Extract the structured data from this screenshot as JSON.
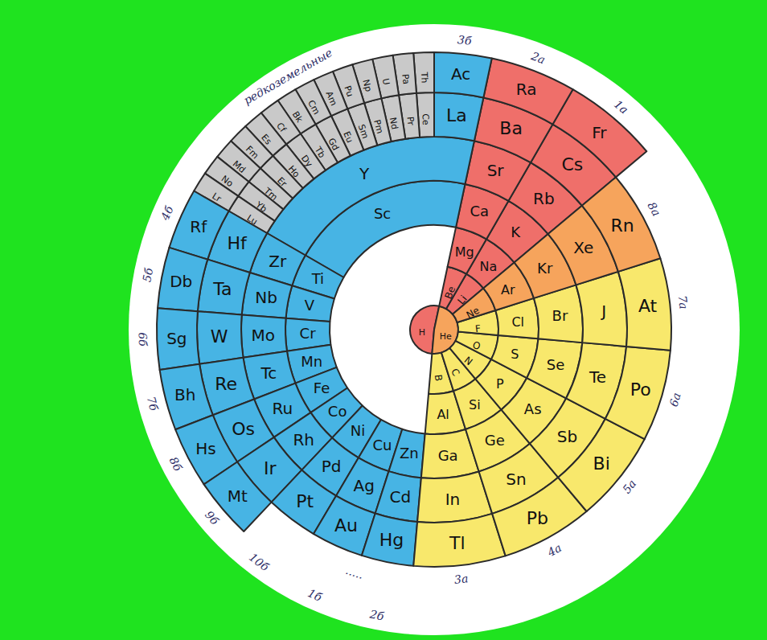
{
  "diagram": {
    "nodes": [
      {
        "text": [
          "H"
        ]
      },
      {
        "text": [
          "He"
        ]
      },
      {
        "text": [
          "Li"
        ]
      },
      {
        "text": [
          "Be"
        ]
      },
      {
        "text": [
          "B"
        ]
      },
      {
        "text": [
          "C"
        ]
      },
      {
        "text": [
          "N"
        ]
      },
      {
        "text": [
          "O"
        ]
      },
      {
        "text": [
          "F"
        ]
      },
      {
        "text": [
          "Ne"
        ]
      },
      {
        "text": [
          "Na"
        ]
      },
      {
        "text": [
          "Mg"
        ]
      },
      {
        "text": [
          "Al"
        ]
      },
      {
        "text": [
          "Si"
        ]
      },
      {
        "text": [
          "P"
        ]
      },
      {
        "text": [
          "S"
        ]
      },
      {
        "text": [
          "Cl"
        ]
      },
      {
        "text": [
          "Ar"
        ]
      },
      {
        "text": [
          "K"
        ]
      },
      {
        "text": [
          "Ca"
        ]
      },
      {
        "text": [
          "Sc"
        ]
      },
      {
        "text": [
          "Ti"
        ]
      },
      {
        "text": [
          "V"
        ]
      },
      {
        "text": [
          "Cr"
        ]
      },
      {
        "text": [
          "Mn"
        ]
      },
      {
        "text": [
          "Fe"
        ]
      },
      {
        "text": [
          "Co"
        ]
      },
      {
        "text": [
          "Ni"
        ]
      },
      {
        "text": [
          "Cu"
        ]
      },
      {
        "text": [
          "Zn"
        ]
      },
      {
        "text": [
          "Ga"
        ]
      },
      {
        "text": [
          "Ge"
        ]
      },
      {
        "text": [
          "As"
        ]
      },
      {
        "text": [
          "Se"
        ]
      },
      {
        "text": [
          "Br"
        ]
      },
      {
        "text": [
          "Kr"
        ]
      },
      {
        "text": [
          "Rb"
        ]
      },
      {
        "text": [
          "Sr"
        ]
      },
      {
        "text": [
          "Y"
        ]
      },
      {
        "text": [
          "Zr"
        ]
      },
      {
        "text": [
          "Nb"
        ]
      },
      {
        "text": [
          "Mo"
        ]
      },
      {
        "text": [
          "Tc"
        ]
      },
      {
        "text": [
          "Ru"
        ]
      },
      {
        "text": [
          "Rh"
        ]
      },
      {
        "text": [
          "Pd"
        ]
      },
      {
        "text": [
          "Ag"
        ]
      },
      {
        "text": [
          "Cd"
        ]
      },
      {
        "text": [
          "In"
        ]
      },
      {
        "text": [
          "Sn"
        ]
      },
      {
        "text": [
          "Sb"
        ]
      },
      {
        "text": [
          "Te"
        ]
      },
      {
        "text": [
          "J"
        ]
      },
      {
        "text": [
          "Xe"
        ]
      },
      {
        "text": [
          "Cs"
        ]
      },
      {
        "text": [
          "Ba"
        ]
      },
      {
        "text": [
          "La"
        ]
      },
      {
        "text": [
          "Ce"
        ]
      },
      {
        "text": [
          "Pr"
        ]
      },
      {
        "text": [
          "Nd"
        ]
      },
      {
        "text": [
          "Pm"
        ]
      },
      {
        "text": [
          "Sm"
        ]
      },
      {
        "text": [
          "Eu"
        ]
      },
      {
        "text": [
          "Gd"
        ]
      },
      {
        "text": [
          "Tb"
        ]
      },
      {
        "text": [
          "Dy"
        ]
      },
      {
        "text": [
          "Ho"
        ]
      },
      {
        "text": [
          "Er"
        ]
      },
      {
        "text": [
          "Tm"
        ]
      },
      {
        "text": [
          "Yb"
        ]
      },
      {
        "text": [
          "Lu"
        ]
      },
      {
        "text": [
          "Hf"
        ]
      },
      {
        "text": [
          "Ta"
        ]
      },
      {
        "text": [
          "W"
        ]
      },
      {
        "text": [
          "Re"
        ]
      },
      {
        "text": [
          "Os"
        ]
      },
      {
        "text": [
          "Ir"
        ]
      },
      {
        "text": [
          "Pt"
        ]
      },
      {
        "text": [
          "Au"
        ]
      },
      {
        "text": [
          "Hg"
        ]
      },
      {
        "text": [
          "Tl"
        ]
      },
      {
        "text": [
          "Pb"
        ]
      },
      {
        "text": [
          "Bi"
        ]
      },
      {
        "text": [
          "Po"
        ]
      },
      {
        "text": [
          "At"
        ]
      },
      {
        "text": [
          "Rn"
        ]
      },
      {
        "text": [
          "Fr"
        ]
      },
      {
        "text": [
          "Ra"
        ]
      },
      {
        "text": [
          "Ac"
        ]
      },
      {
        "text": [
          "Th"
        ]
      },
      {
        "text": [
          "Pa"
        ]
      },
      {
        "text": [
          "U"
        ]
      },
      {
        "text": [
          "Np"
        ]
      },
      {
        "text": [
          "Pu"
        ]
      },
      {
        "text": [
          "Am"
        ]
      },
      {
        "text": [
          "Cm"
        ]
      },
      {
        "text": [
          "Bk"
        ]
      },
      {
        "text": [
          "Cf"
        ]
      },
      {
        "text": [
          "Es"
        ]
      },
      {
        "text": [
          "Fm"
        ]
      },
      {
        "text": [
          "Md"
        ]
      },
      {
        "text": [
          "No"
        ]
      },
      {
        "text": [
          "Lr"
        ]
      },
      {
        "text": [
          "Rf"
        ]
      },
      {
        "text": [
          "Db"
        ]
      },
      {
        "text": [
          "Sg"
        ]
      },
      {
        "text": [
          "Bh"
        ]
      },
      {
        "text": [
          "Hs"
        ]
      },
      {
        "text": [
          "Mt"
        ]
      }
    ],
    "labels": [
      "1б",
      "2б",
      "3а",
      "4а",
      "5а",
      "6а",
      "7а",
      "8а",
      "1а",
      "2а",
      "3б",
      "4б",
      "5б",
      "6б",
      "7б",
      "8б",
      "9б",
      "10б",
      "редкоземельные",
      "....."
    ]
  }
}
